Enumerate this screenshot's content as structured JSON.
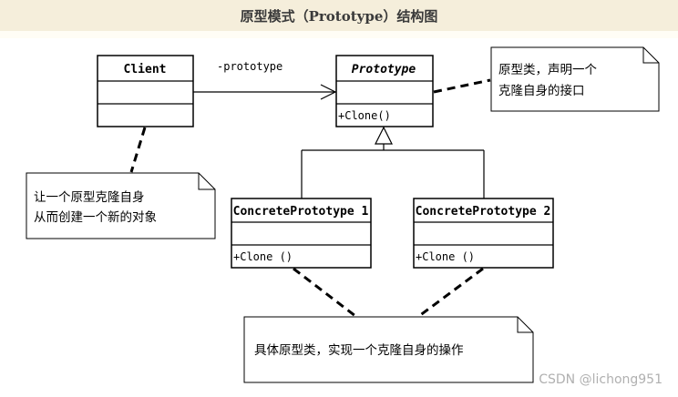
{
  "header": {
    "title": "原型模式（Prototype）结构图"
  },
  "classes": {
    "client": {
      "name": "Client"
    },
    "prototype": {
      "name": "Prototype",
      "operation": "+Clone()"
    },
    "concrete1": {
      "name": "ConcretePrototype 1",
      "operation": "+Clone ()"
    },
    "concrete2": {
      "name": "ConcretePrototype 2",
      "operation": "+Clone ()"
    }
  },
  "association": {
    "label": "-prototype"
  },
  "notes": {
    "prototype_note": {
      "line1": "原型类，声明一个",
      "line2": "克隆自身的接口"
    },
    "client_note": {
      "line1": "让一个原型克隆自身",
      "line2": "从而创建一个新的对象"
    },
    "concrete_note": {
      "line1": "具体原型类，实现一个克隆自身的操作"
    }
  },
  "watermark": {
    "text": "CSDN @lichong951"
  }
}
